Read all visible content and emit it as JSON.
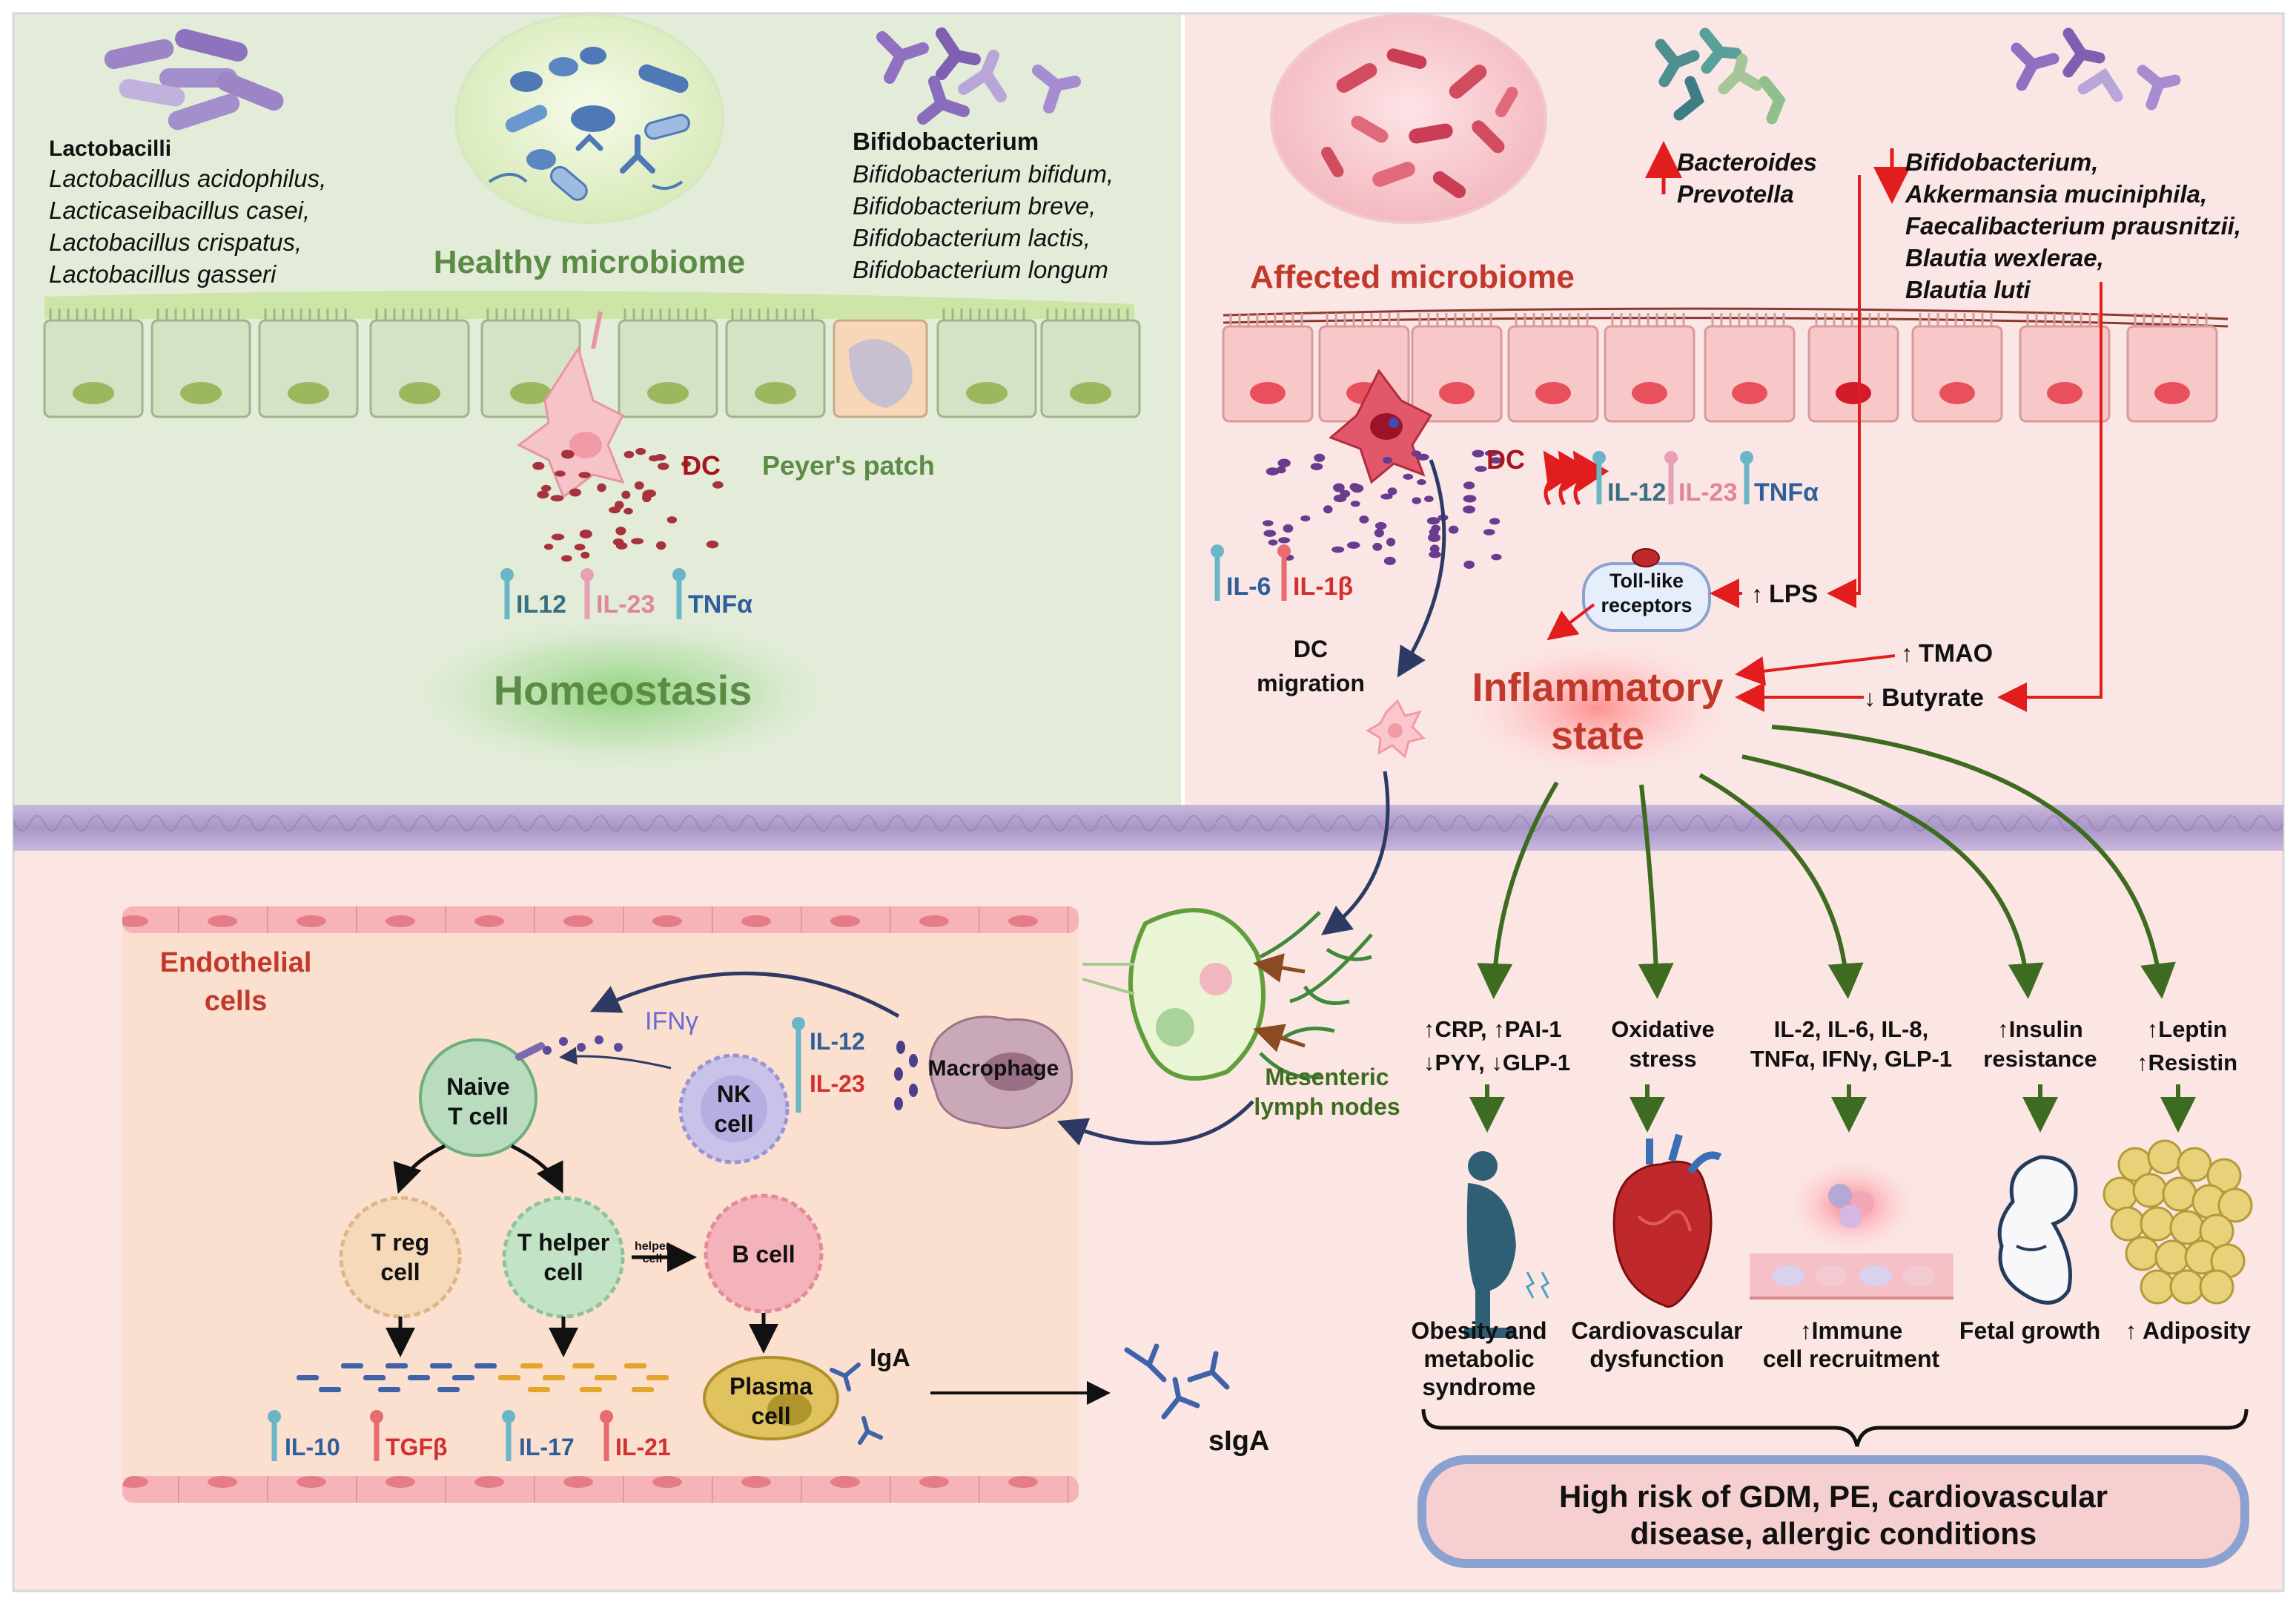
{
  "colors": {
    "healthy_bg": "#e3ecd9",
    "affected_bg": "#fbe6e6",
    "lower_bg": "#fbe6e4",
    "vessel_bg": "#fbdfcf",
    "membrane": "#b7a6cf",
    "healthy_green": "#5b8b45",
    "affected_red": "#c0392b",
    "dark_red": "#a8151f",
    "arrow_red": "#e11d1d",
    "arrow_green": "#3d6b1f",
    "arrow_navy": "#2c3a64",
    "il_blue": "#2f5f9a",
    "il_pink": "#e0859b",
    "il_red": "#d32f2f",
    "risk_box": "#f6cfd0",
    "risk_border": "#8ba1cf"
  },
  "healthy": {
    "lacto_head": "Lactobacilli",
    "lacto_lines": [
      "Lactobacillus acidophilus,",
      "Lacticaseibacillus casei,",
      "Lactobacillus crispatus,",
      "Lactobacillus gasseri"
    ],
    "bifido_head": "Bifidobacterium",
    "bifido_lines": [
      "Bifidobacterium bifidum,",
      "Bifidobacterium breve,",
      "Bifidobacterium lactis,",
      "Bifidobacterium longum"
    ],
    "title": "Healthy microbiome",
    "dc": "DC",
    "peyers": "Peyer's patch",
    "il12": "IL12",
    "il23": "IL-23",
    "tnfa": "TNFα",
    "homeostasis": "Homeostasis"
  },
  "affected": {
    "title": "Affected microbiome",
    "bact_lines": [
      "Bacteroides",
      "Prevotella"
    ],
    "dec_lines": [
      "Bifidobacterium,",
      "Akkermansia muciniphila,",
      "Faecalibacterium prausnitzii,",
      "Blautia wexlerae,",
      "Blautia luti"
    ],
    "dc": "DC",
    "il12": "IL-12",
    "il23": "IL-23",
    "tnfa": "TNFα",
    "il6": "IL-6",
    "il1b": "IL-1β",
    "tlr_lines": [
      "Toll-like",
      "receptors"
    ],
    "lps": "LPS",
    "dc_migration_lines": [
      "DC",
      "migration"
    ],
    "tmao": "TMAO",
    "butyrate": "Butyrate",
    "inflammatory_lines": [
      "Inflammatory",
      "state"
    ]
  },
  "immune": {
    "endothelial_lines": [
      "Endothelial",
      "cells"
    ],
    "ifng": "IFNγ",
    "il12": "IL-12",
    "il23": "IL-23",
    "macrophage": "Macrophage",
    "naive_lines": [
      "Naive",
      "T cell"
    ],
    "nk_lines": [
      "NK",
      "cell"
    ],
    "treg_lines": [
      "T reg",
      "cell"
    ],
    "thelper_lines": [
      "T helper",
      "cell"
    ],
    "helper_small_lines": [
      "helper",
      "cell"
    ],
    "bcell": "B cell",
    "plasma_lines": [
      "Plasma",
      "cell"
    ],
    "iga": "IgA",
    "siga": "sIgA",
    "il10": "IL-10",
    "tgfb": "TGFβ",
    "il17": "IL-17",
    "il21": "IL-21",
    "lymph_lines": [
      "Mesenteric",
      "lymph nodes"
    ]
  },
  "effects": {
    "col1_lines": [
      "CRP, ",
      "PAI-1",
      "PYY, ",
      "GLP-1"
    ],
    "col2_lines": [
      "Oxidative",
      "stress"
    ],
    "col3_lines": [
      "IL-2, IL-6, IL-8,",
      "TNFα, IFNγ, GLP-1"
    ],
    "col4_lines": [
      "Insulin",
      "resistance"
    ],
    "col5_lines": [
      "Leptin",
      "Resistin"
    ],
    "out1_lines": [
      "Obesity and",
      "metabolic",
      "syndrome"
    ],
    "out2_lines": [
      "Cardiovascular",
      "dysfunction"
    ],
    "out3_lines": [
      "Immune",
      "cell recruitment"
    ],
    "out4": "Fetal growth",
    "out5": "Adiposity",
    "risk_lines": [
      "High risk of GDM, PE, cardiovascular",
      "disease, allergic conditions"
    ]
  }
}
